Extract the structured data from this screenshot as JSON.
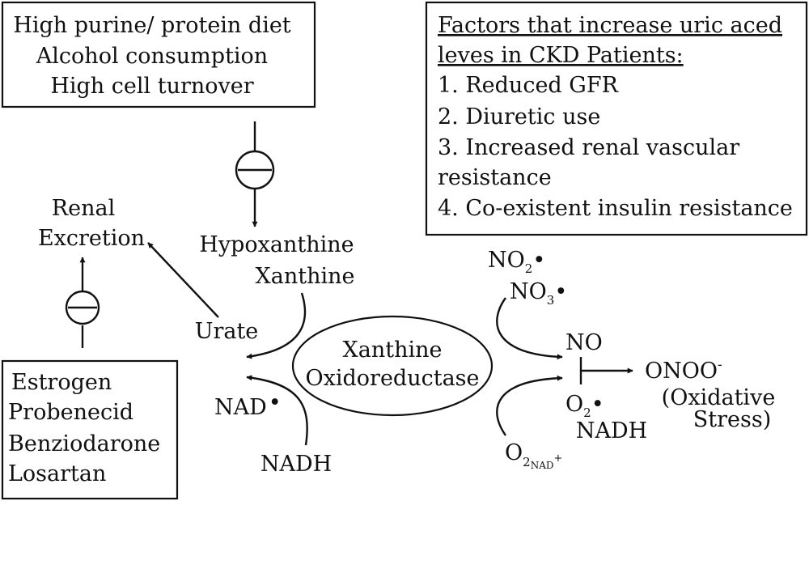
{
  "diet_box": {
    "lines": [
      "High purine/ protein diet",
      "Alcohol consumption",
      "High cell turnover"
    ]
  },
  "factors_box": {
    "heading_line1": "Factors that increase uric aced",
    "heading_line2": "leves in CKD Patients:",
    "items": [
      "1. Reduced GFR",
      "2. Diuretic use",
      "3. Increased renal vascular",
      "resistance",
      "4. Co-existent insulin resistance"
    ]
  },
  "drugs_box": {
    "lines": [
      "Estrogen",
      "Probenecid",
      "Benziodarone",
      "Losartan"
    ]
  },
  "labels": {
    "renal": "Renal",
    "excretion": "Excretion",
    "hypoxanthine": "Hypoxanthine",
    "xanthine": "Xanthine",
    "urate": "Urate",
    "nad_main": "NAD",
    "nadh_left": "NADH",
    "enzyme_line1": "Xanthine",
    "enzyme_line2": "Oxidoreductase",
    "no2_main": "NO",
    "no2_sub": "2",
    "no3_main": "NO",
    "no3_sub": "3",
    "no": "NO",
    "o2_main": "O",
    "o2_sub": "2",
    "nadh_right": "NADH",
    "o2b_main": "O",
    "o2b_sub": "2",
    "o2b_subsub": "NAD",
    "o2b_sup": "+",
    "onoo_main": "ONOO",
    "onoo_sup": "-",
    "oxidative": "(Oxidative",
    "stress": "Stress)",
    "plus_symbol": "+"
  },
  "colors": {
    "ink": "#111111",
    "background": "#ffffff"
  }
}
